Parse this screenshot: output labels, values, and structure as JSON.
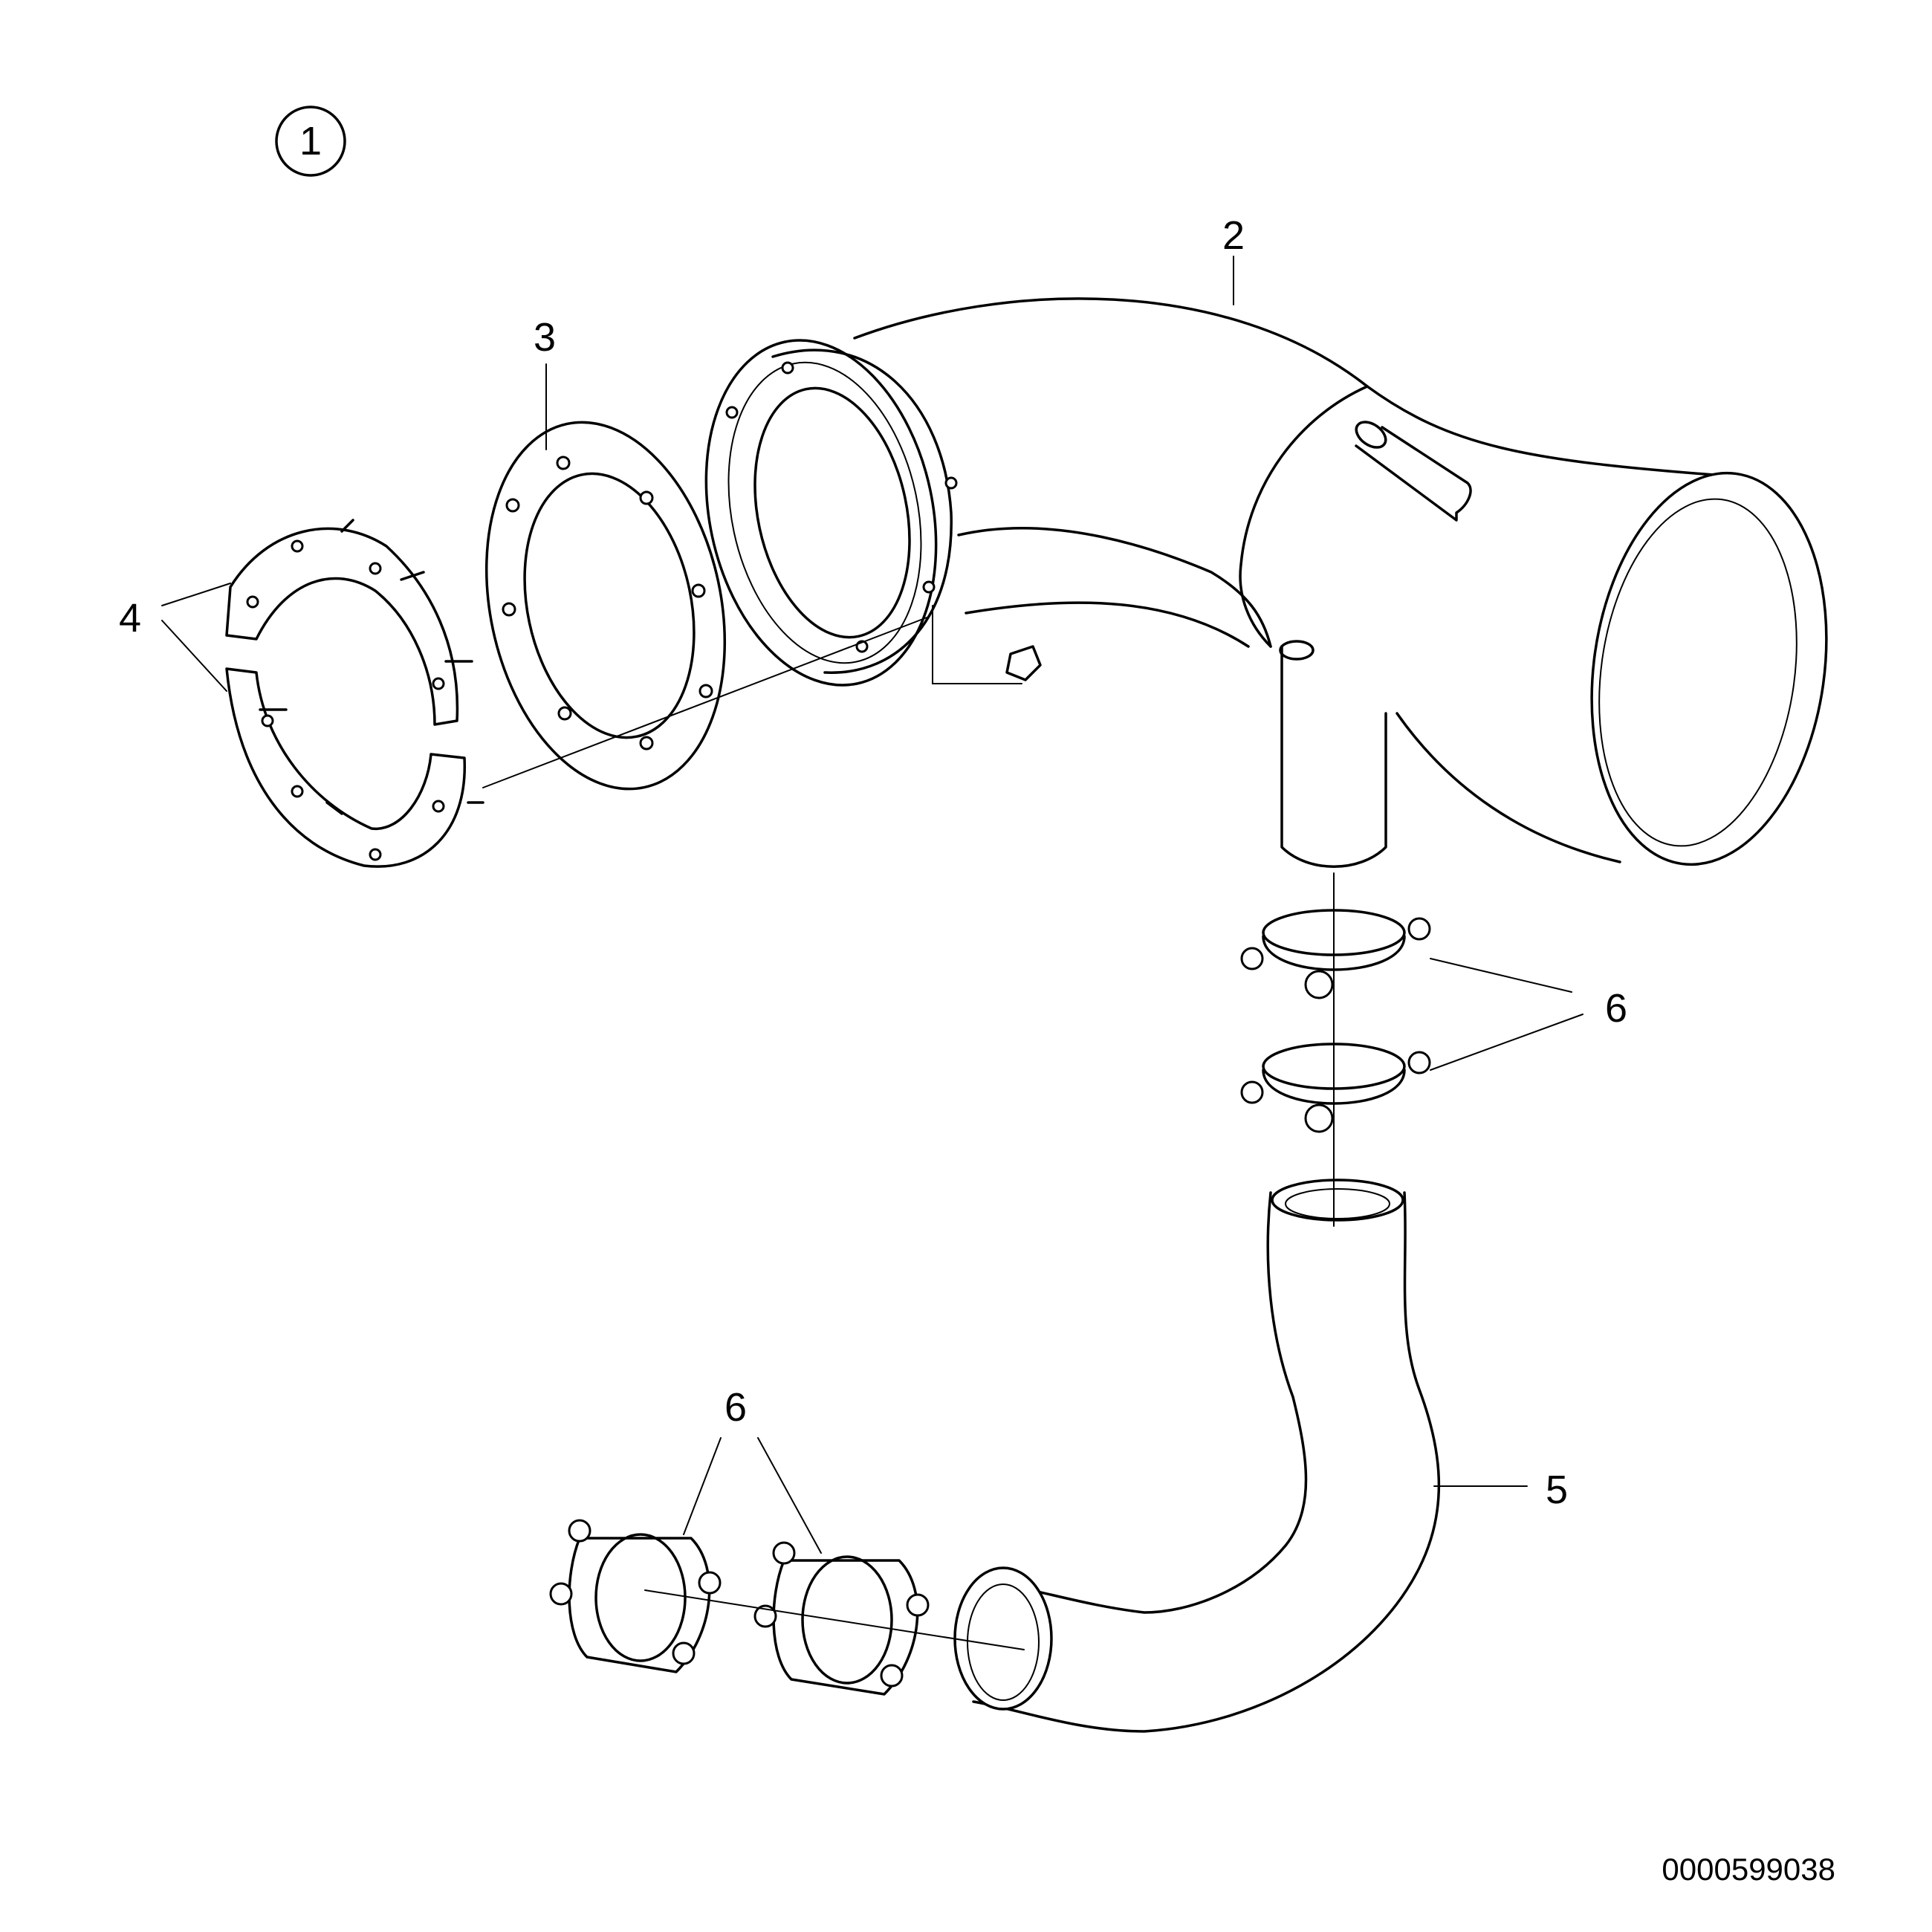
{
  "figure_number": "1",
  "labels": {
    "part_2": "2",
    "part_3": "3",
    "part_4": "4",
    "part_5": "5",
    "part_6_upper": "6",
    "part_6_lower": "6"
  },
  "document_number": "0000599038",
  "colors": {
    "line": "#000000",
    "background": "#ffffff"
  }
}
